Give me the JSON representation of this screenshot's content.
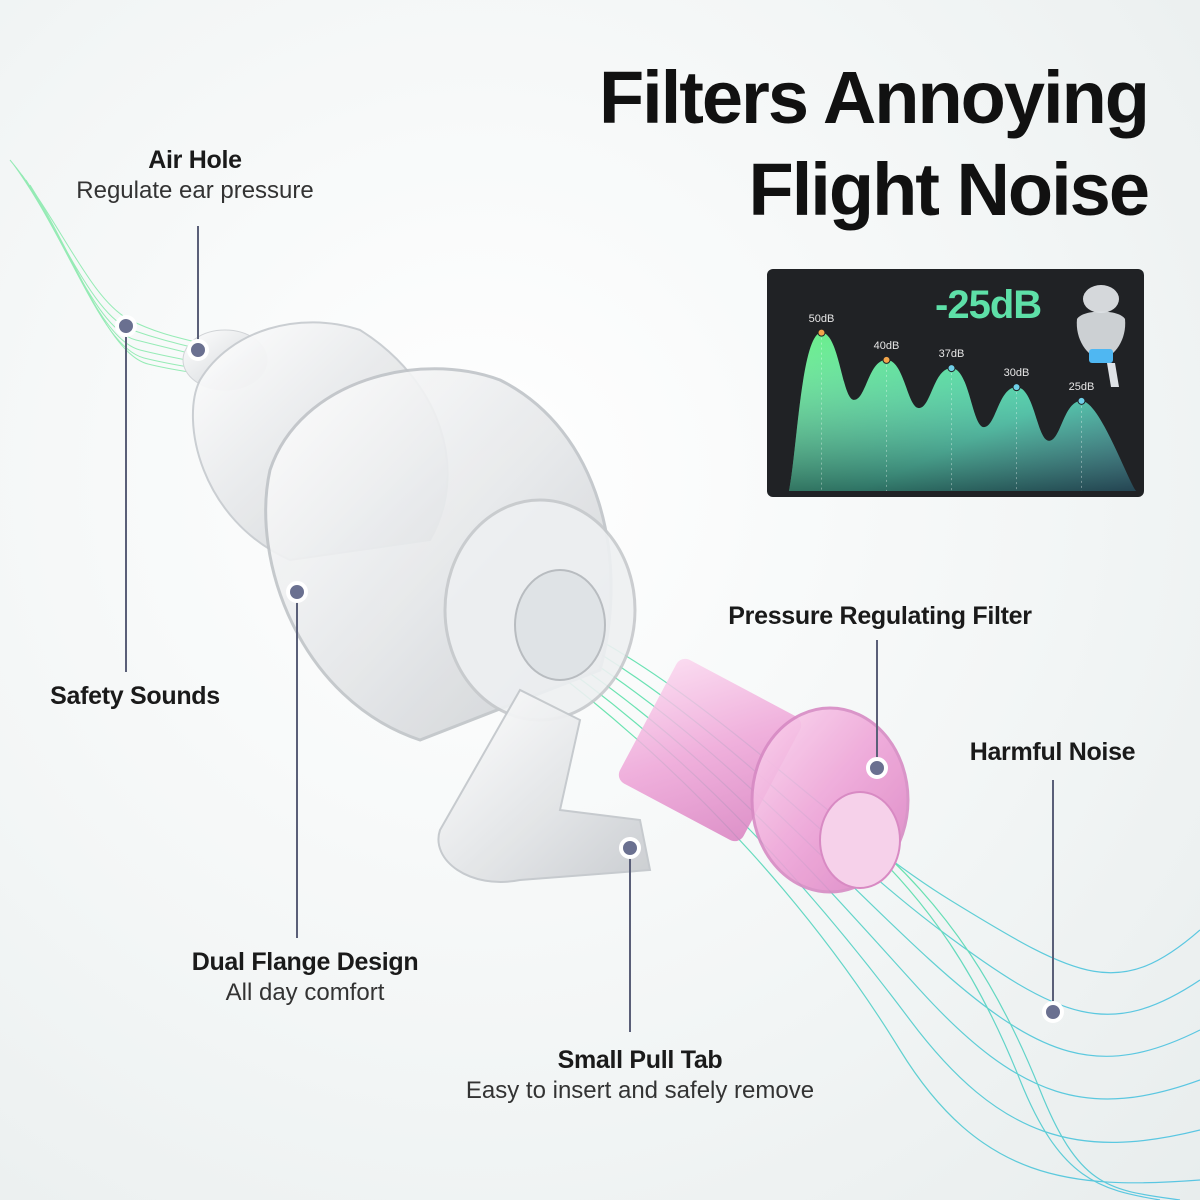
{
  "headline": {
    "line1": "Filters Annoying",
    "line2": "Flight Noise"
  },
  "callouts": {
    "air_hole": {
      "title": "Air Hole",
      "subtitle": "Regulate ear pressure"
    },
    "safety_sounds": {
      "title": "Safety Sounds"
    },
    "dual_flange": {
      "title": "Dual Flange Design",
      "subtitle": "All day comfort"
    },
    "pull_tab": {
      "title": "Small Pull Tab",
      "subtitle": "Easy to insert and safely remove"
    },
    "filter": {
      "title": "Pressure Regulating Filter"
    },
    "harmful_noise": {
      "title": "Harmful Noise"
    }
  },
  "chart_data": {
    "type": "area",
    "title": "-25dB",
    "peaks": [
      {
        "label": "50dB",
        "value": 50
      },
      {
        "label": "40dB",
        "value": 40
      },
      {
        "label": "37dB",
        "value": 37
      },
      {
        "label": "30dB",
        "value": 30
      },
      {
        "label": "25dB",
        "value": 25
      }
    ],
    "ylim": [
      0,
      55
    ],
    "marker_colors": [
      "#f2a54a",
      "#f2a54a",
      "#6fd0e8",
      "#6fd0e8",
      "#6fd0e8"
    ]
  },
  "colors": {
    "accent_green": "#5ee0a8",
    "filter_pink": "#f0a8d8",
    "noise_cyan": "#35c9d8",
    "panel_bg": "#202225"
  }
}
